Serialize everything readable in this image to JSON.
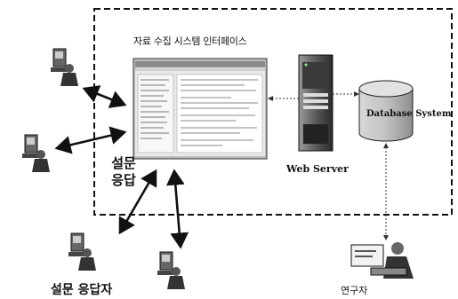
{
  "diagram": {
    "interface_title": "자료 수집 시스템 인터페이스",
    "survey_response_label": "설문\n응답",
    "web_server_label": "Web Server",
    "database_label": "Database System",
    "respondent_label": "설문 응답자",
    "researcher_label": "연구자"
  }
}
